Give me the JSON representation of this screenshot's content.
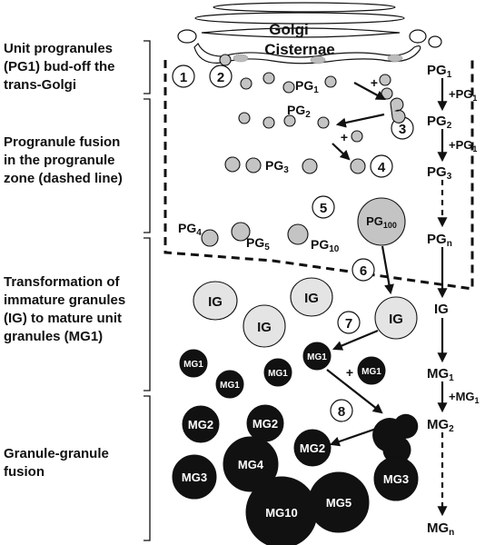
{
  "stage_labels": [
    [
      "Unit progranules",
      "(PG1) bud-off the",
      "trans-Golgi"
    ],
    [
      "Progranule fusion",
      "in the progranule",
      "zone (dashed line)"
    ],
    [
      "Transformation of",
      "immature granules",
      "(IG) to mature unit",
      "granules (MG1)"
    ],
    [
      "Granule-granule",
      "fusion"
    ]
  ],
  "golgi": {
    "title": "Golgi",
    "subtitle": "Cisternae"
  },
  "step_numbers": [
    "1",
    "2",
    "3",
    "4",
    "5",
    "6",
    "7",
    "8"
  ],
  "progranules": {
    "base": "PG",
    "pg1_sub": "1",
    "pg2_sub": "2",
    "pg3_sub": "3",
    "pg4_sub": "4",
    "pg5_sub": "5",
    "pg10_sub": "10",
    "pg100_sub": "100",
    "plus": "+"
  },
  "granules": {
    "ig": "IG",
    "mg1": "MG1",
    "mg2": "MG2",
    "mg3": "MG3",
    "mg4": "MG4",
    "mg5": "MG5",
    "mg10": "MG10",
    "plus": "+"
  },
  "pathway": {
    "pg": "PG",
    "mg": "MG",
    "ig": "IG",
    "s1": "1",
    "s2": "2",
    "s3": "3",
    "sn": "n",
    "plus_pg": "+PG",
    "plus_mg": "+MG"
  },
  "colors": {
    "progranule_fill": "#c4c4c4",
    "immature_fill": "#e4e4e4",
    "mature_fill": "#111111",
    "stroke": "#111111"
  }
}
